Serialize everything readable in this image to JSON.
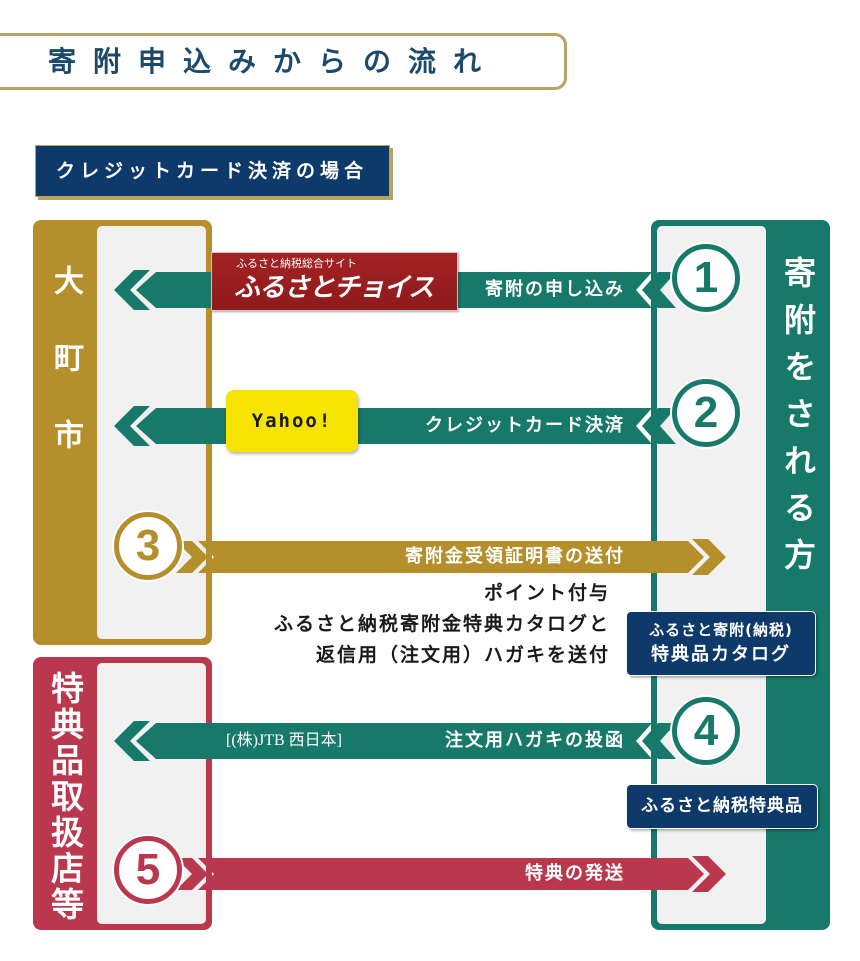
{
  "title": "寄附申込みからの流れ",
  "subtitle": "クレジットカード決済の場合",
  "colors": {
    "teal": "#17796a",
    "gold": "#b58f2c",
    "crimson": "#b9384d",
    "navy": "#0d3a6b",
    "title_text": "#1c4a6b",
    "frame_gold": "#b9a263",
    "panel_inner": "#f1f1f1",
    "logo_red": "#8e1a1c",
    "yahoo_yellow": "#f6e400"
  },
  "parties": {
    "city": "大町市",
    "shops": "特典品取扱店等",
    "donor": "寄附をされる方"
  },
  "services": {
    "choice": {
      "tagline": "ふるさと納税総合サイト",
      "name": "ふるさとチョイス"
    },
    "yahoo": "Yahoo!"
  },
  "steps": [
    {
      "number": "1",
      "label": "寄附の申し込み",
      "arrow_icon": "arrow-left-icon"
    },
    {
      "number": "2",
      "label": "クレジットカード決済",
      "arrow_icon": "arrow-left-icon"
    },
    {
      "number": "3",
      "label": "寄附金受領証明書の送付",
      "arrow_icon": "arrow-right-icon"
    },
    {
      "number": "4",
      "label": "注文用ハガキの投函",
      "via": "[(株)JTB 西日本]",
      "arrow_icon": "arrow-left-icon"
    },
    {
      "number": "5",
      "label": "特典の発送",
      "arrow_icon": "arrow-right-icon"
    }
  ],
  "notes": [
    "ポイント付与",
    "ふるさと納税寄附金特典カタログと",
    "返信用（注文用）ハガキを送付"
  ],
  "badges": {
    "catalog": {
      "line1": "ふるさと寄附(納税)",
      "line2": "特典品カタログ"
    },
    "gift": "ふるさと納税特典品"
  }
}
